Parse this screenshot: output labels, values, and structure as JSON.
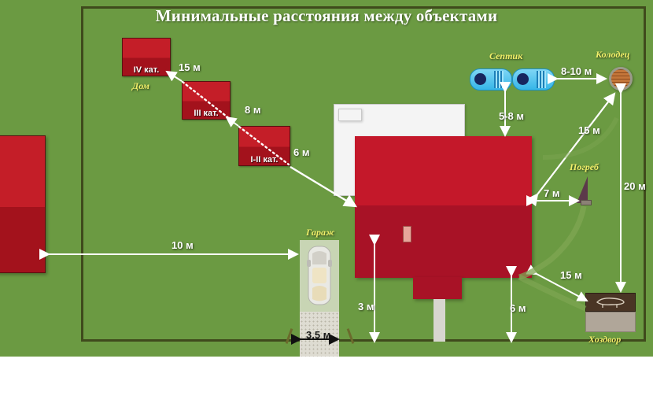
{
  "title": "Минимальные расстояния между объектами",
  "palette": {
    "lawn": "#6b9a42",
    "border": "#3f4a1c",
    "roof_light": "#c4182a",
    "roof_dark": "#a81226",
    "caption": "#f2f06a",
    "dim_text": "#ffffff",
    "tank": "#35b6e8",
    "well_wood": "#c4763a",
    "cellar": "#5c3a4a",
    "yard_roof": "#4a3525"
  },
  "buildings": {
    "cat4": {
      "label": "IV кат."
    },
    "cat3": {
      "label": "III кат."
    },
    "cat12": {
      "label": "I-II кат."
    },
    "house_caption": "Дом",
    "garage_caption": "Гараж",
    "septic_caption": "Септик",
    "well_caption": "Колодец",
    "cellar_caption": "Погреб",
    "yard_caption": "Хоздвор"
  },
  "dimensions": {
    "cat4_to_cat3": "15 м",
    "cat3_to_cat12": "8 м",
    "cat12_to_house": "6 м",
    "neighbour_to_garage": "10 м",
    "garage_to_house": "3 м",
    "garage_width": "3,5 м",
    "septic_to_well": "8-10 м",
    "septic_to_house": "5-8 м",
    "house_to_well": "15 м",
    "house_to_cellar": "7 м",
    "well_to_yard": "20 м",
    "house_to_yard": "15 м",
    "yard_to_fence": "6 м"
  },
  "chart_data": {
    "type": "diagram",
    "title": "Минимальные расстояния между объектами",
    "units": "метры",
    "objects": [
      "Дом (IV кат.)",
      "Дом (III кат.)",
      "Дом (I-II кат.)",
      "Гараж",
      "Септик",
      "Колодец",
      "Погреб",
      "Хоздвор"
    ],
    "distances": [
      {
        "from": "IV кат.",
        "to": "III кат.",
        "value": "15 м"
      },
      {
        "from": "III кат.",
        "to": "I-II кат.",
        "value": "8 м"
      },
      {
        "from": "I-II кат.",
        "to": "Дом",
        "value": "6 м"
      },
      {
        "from": "Соседний дом",
        "to": "Гараж",
        "value": "10 м"
      },
      {
        "from": "Гараж",
        "to": "Дом",
        "value": "3 м"
      },
      {
        "from": "Гараж",
        "to": "Гараж",
        "value": "3,5 м",
        "note": "ширина"
      },
      {
        "from": "Септик",
        "to": "Колодец",
        "value": "8-10 м"
      },
      {
        "from": "Септик",
        "to": "Дом",
        "value": "5-8 м"
      },
      {
        "from": "Дом",
        "to": "Колодец",
        "value": "15 м"
      },
      {
        "from": "Дом",
        "to": "Погреб",
        "value": "7 м"
      },
      {
        "from": "Колодец",
        "to": "Хоздвор",
        "value": "20 м"
      },
      {
        "from": "Дом",
        "to": "Хоздвор",
        "value": "15 м"
      },
      {
        "from": "Хоздвор",
        "to": "забор",
        "value": "6 м"
      }
    ]
  }
}
